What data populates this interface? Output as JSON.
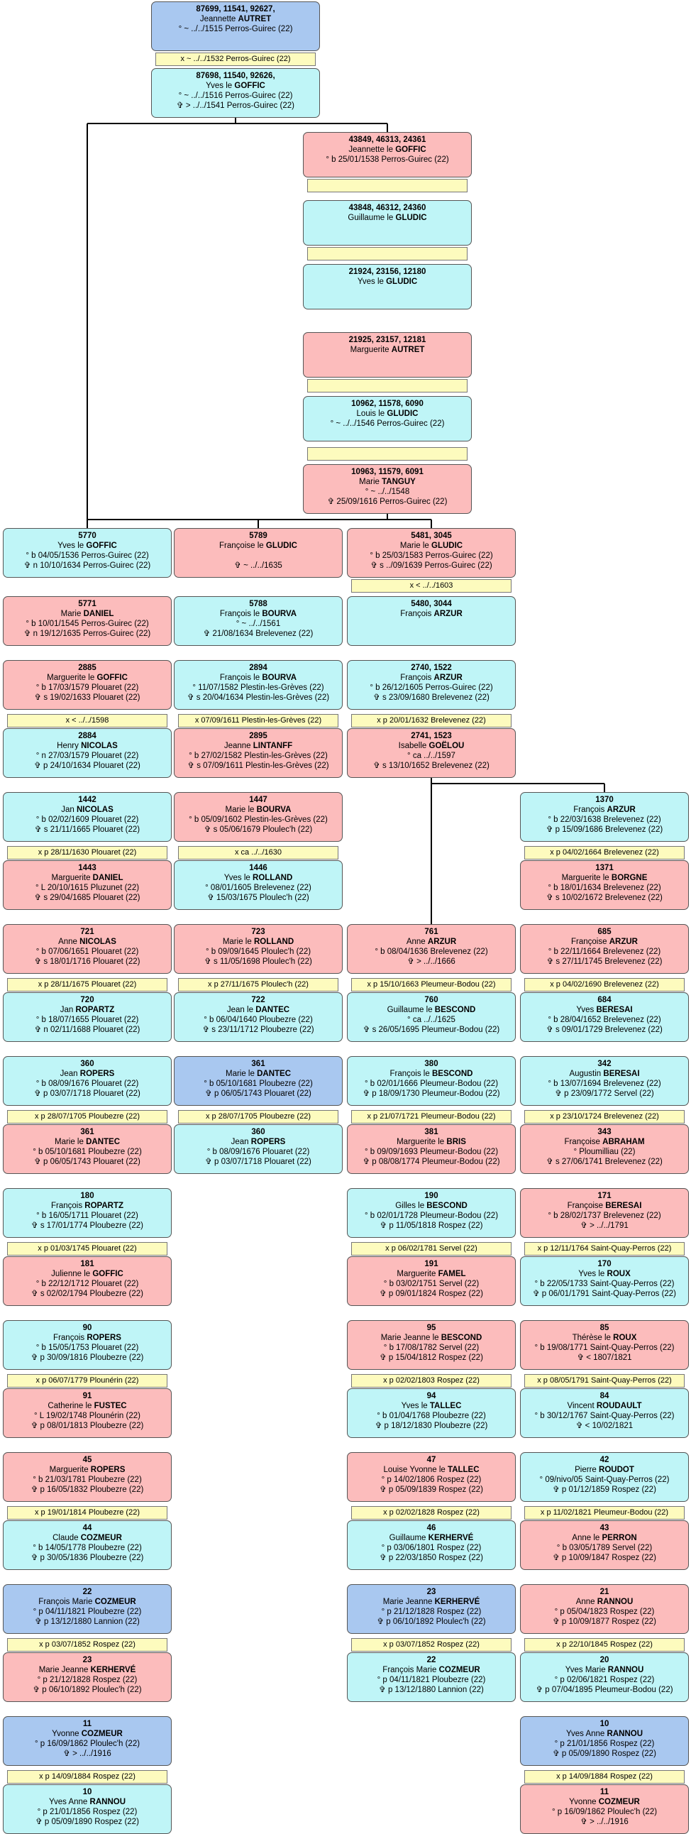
{
  "colors": {
    "male": "#bff5f7",
    "female": "#fcbcbc",
    "highlight": "#a9c8f0",
    "marriage": "#fdfbbe"
  },
  "boxes": [
    {
      "ids": "87699, 11541, 92627,",
      "given": "Jeannette",
      "surname": "AUTRET",
      "events": [
        "° ~ ../../1515 Perros-Guirec (22)"
      ],
      "sex": "h"
    },
    {
      "ids": "87698, 11540, 92626,",
      "given": "Yves le",
      "surname": "GOFFIC",
      "events": [
        "° ~ ../../1516 Perros-Guirec (22)",
        "✞ > ../../1541 Perros-Guirec (22)"
      ],
      "sex": "m"
    },
    {
      "ids": "43849, 46313, 24361",
      "given": "Jeannette le",
      "surname": "GOFFIC",
      "events": [
        "° b 25/01/1538 Perros-Guirec (22)"
      ],
      "sex": "f"
    },
    {
      "ids": "43848, 46312, 24360",
      "given": "Guillaume le",
      "surname": "GLUDIC",
      "events": [],
      "sex": "m"
    },
    {
      "ids": "21924, 23156, 12180",
      "given": "Yves le",
      "surname": "GLUDIC",
      "events": [],
      "sex": "m"
    },
    {
      "ids": "21925, 23157, 12181",
      "given": "Marguerite",
      "surname": "AUTRET",
      "events": [],
      "sex": "f"
    },
    {
      "ids": "10962, 11578, 6090",
      "given": "Louis le",
      "surname": "GLUDIC",
      "events": [
        "° ~ ../../1546 Perros-Guirec (22)"
      ],
      "sex": "m"
    },
    {
      "ids": "10963, 11579, 6091",
      "given": "Marie",
      "surname": "TANGUY",
      "events": [
        "° ~ ../../1548",
        "✞ 25/09/1616 Perros-Guirec (22)"
      ],
      "sex": "f"
    },
    {
      "ids": "5770",
      "given": "Yves le",
      "surname": "GOFFIC",
      "events": [
        "° b 04/05/1536 Perros-Guirec (22)",
        "✞ n 10/10/1634 Perros-Guirec (22)"
      ],
      "sex": "m"
    },
    {
      "ids": "5771",
      "given": "Marie",
      "surname": "DANIEL",
      "events": [
        "° b 10/01/1545 Perros-Guirec (22)",
        "✞ n 19/12/1635 Perros-Guirec (22)"
      ],
      "sex": "f"
    },
    {
      "ids": "5789",
      "given": "Françoise le",
      "surname": "GLUDIC",
      "events": [
        "",
        "✞ ~ ../../1635"
      ],
      "sex": "f"
    },
    {
      "ids": "5788",
      "given": "François le",
      "surname": "BOURVA",
      "events": [
        "° ~ ../../1561",
        "✞ 21/08/1634 Brelevenez (22)"
      ],
      "sex": "m"
    },
    {
      "ids": "5481, 3045",
      "given": "Marie le",
      "surname": "GLUDIC",
      "events": [
        "° b 25/03/1583 Perros-Guirec (22)",
        "✞ s ../09/1639 Perros-Guirec (22)"
      ],
      "sex": "f"
    },
    {
      "ids": "5480, 3044",
      "given": "François",
      "surname": "ARZUR",
      "events": [],
      "sex": "m"
    },
    {
      "ids": "2885",
      "given": "Marguerite le",
      "surname": "GOFFIC",
      "events": [
        "° b 17/03/1579 Plouaret (22)",
        "✞ s 19/02/1633 Plouaret (22)"
      ],
      "sex": "f"
    },
    {
      "ids": "2884",
      "given": "Henry",
      "surname": "NICOLAS",
      "events": [
        "° n 27/03/1579 Plouaret (22)",
        "✞ p 24/10/1634 Plouaret (22)"
      ],
      "sex": "m"
    },
    {
      "ids": "2894",
      "given": "François le",
      "surname": "BOURVA",
      "events": [
        "° 11/07/1582 Plestin-les-Grèves (22)",
        "✞ s 20/04/1634 Plestin-les-Grèves (22)"
      ],
      "sex": "m"
    },
    {
      "ids": "2895",
      "given": "Jeanne",
      "surname": "LINTANFF",
      "events": [
        "° b 27/02/1582 Plestin-les-Grèves (22)",
        "✞ s 07/09/1611 Plestin-les-Grèves (22)"
      ],
      "sex": "f"
    },
    {
      "ids": "2740, 1522",
      "given": "François",
      "surname": "ARZUR",
      "events": [
        "° b 26/12/1605 Perros-Guirec (22)",
        "✞ s 23/09/1680 Brelevenez (22)"
      ],
      "sex": "m"
    },
    {
      "ids": "2741, 1523",
      "given": "Isabelle",
      "surname": "GOËLOU",
      "events": [
        "° ca ../../1597",
        "✞ s 13/10/1652 Brelevenez (22)"
      ],
      "sex": "f"
    },
    {
      "ids": "1442",
      "given": "Jan",
      "surname": "NICOLAS",
      "events": [
        "° b 02/02/1609 Plouaret (22)",
        "✞ s 21/11/1665 Plouaret (22)"
      ],
      "sex": "m"
    },
    {
      "ids": "1443",
      "given": "Marguerite",
      "surname": "DANIEL",
      "events": [
        "° L 20/10/1615 Pluzunet (22)",
        "✞ s 29/04/1685 Plouaret (22)"
      ],
      "sex": "f"
    },
    {
      "ids": "1447",
      "given": "Marie le",
      "surname": "BOURVA",
      "events": [
        "° b 05/09/1602 Plestin-les-Grèves (22)",
        "✞ s 05/06/1679 Ploulec'h (22)"
      ],
      "sex": "f"
    },
    {
      "ids": "1446",
      "given": "Yves le",
      "surname": "ROLLAND",
      "events": [
        "° 08/01/1605 Brelevenez (22)",
        "✞ 15/03/1675 Ploulec'h (22)"
      ],
      "sex": "m"
    },
    {
      "ids": "1370",
      "given": "François",
      "surname": "ARZUR",
      "events": [
        "° b 22/03/1638 Brelevenez (22)",
        "✞ p 15/09/1686 Brelevenez (22)"
      ],
      "sex": "m"
    },
    {
      "ids": "1371",
      "given": "Marguerite le",
      "surname": "BORGNE",
      "events": [
        "° b 18/01/1634 Brelevenez (22)",
        "✞ s 10/02/1672 Brelevenez (22)"
      ],
      "sex": "f"
    },
    {
      "ids": "721",
      "given": "Anne",
      "surname": "NICOLAS",
      "events": [
        "° b 07/06/1651 Plouaret (22)",
        "✞ s 18/01/1716 Plouaret (22)"
      ],
      "sex": "f"
    },
    {
      "ids": "720",
      "given": "Jan",
      "surname": "ROPARTZ",
      "events": [
        "° b 18/07/1655 Plouaret (22)",
        "✞ n 02/11/1688 Plouaret (22)"
      ],
      "sex": "m"
    },
    {
      "ids": "723",
      "given": "Marie le",
      "surname": "ROLLAND",
      "events": [
        "° b 09/09/1645 Ploulec'h (22)",
        "✞ s 11/05/1698 Ploulec'h (22)"
      ],
      "sex": "f"
    },
    {
      "ids": "722",
      "given": "Jean le",
      "surname": "DANTEC",
      "events": [
        "° b 06/04/1640 Ploubezre (22)",
        "✞ s 23/11/1712 Ploubezre (22)"
      ],
      "sex": "m"
    },
    {
      "ids": "761",
      "given": "Anne",
      "surname": "ARZUR",
      "events": [
        "° b 08/04/1636 Brelevenez (22)",
        "✞ > ../../1666"
      ],
      "sex": "f"
    },
    {
      "ids": "760",
      "given": "Guillaume le",
      "surname": "BESCOND",
      "events": [
        "° ca ../../1625",
        "✞ s 26/05/1695 Pleumeur-Bodou (22)"
      ],
      "sex": "m"
    },
    {
      "ids": "685",
      "given": "Françoise",
      "surname": "ARZUR",
      "events": [
        "° b 22/11/1664 Brelevenez (22)",
        "✞ s 27/11/1745 Brelevenez (22)"
      ],
      "sex": "f"
    },
    {
      "ids": "684",
      "given": "Yves",
      "surname": "BERESAI",
      "events": [
        "° b 28/04/1652 Brelevenez (22)",
        "✞ s 09/01/1729 Brelevenez (22)"
      ],
      "sex": "m"
    },
    {
      "ids": "360",
      "given": "Jean",
      "surname": "ROPERS",
      "events": [
        "° b 08/09/1676 Plouaret (22)",
        "✞ p 03/07/1718 Plouaret (22)"
      ],
      "sex": "m"
    },
    {
      "ids": "361",
      "given": "Marie le",
      "surname": "DANTEC",
      "events": [
        "° b 05/10/1681 Ploubezre (22)",
        "✞ p 06/05/1743 Plouaret (22)"
      ],
      "sex": "f"
    },
    {
      "ids": "361",
      "given": "Marie le",
      "surname": "DANTEC",
      "events": [
        "° b 05/10/1681 Ploubezre (22)",
        "✞ p 06/05/1743 Plouaret (22)"
      ],
      "sex": "h"
    },
    {
      "ids": "360",
      "given": "Jean",
      "surname": "ROPERS",
      "events": [
        "° b 08/09/1676 Plouaret (22)",
        "✞ p 03/07/1718 Plouaret (22)"
      ],
      "sex": "m"
    },
    {
      "ids": "380",
      "given": "François le",
      "surname": "BESCOND",
      "events": [
        "° b 02/01/1666 Pleumeur-Bodou (22)",
        "✞ p 18/09/1730 Pleumeur-Bodou (22)"
      ],
      "sex": "m"
    },
    {
      "ids": "381",
      "given": "Marguerite le",
      "surname": "BRIS",
      "events": [
        "° b 09/09/1693 Pleumeur-Bodou (22)",
        "✞ p 08/08/1774 Pleumeur-Bodou (22)"
      ],
      "sex": "f"
    },
    {
      "ids": "342",
      "given": "Augustin",
      "surname": "BERESAI",
      "events": [
        "° b 13/07/1694 Brelevenez (22)",
        "✞ p 23/09/1772 Servel (22)"
      ],
      "sex": "m"
    },
    {
      "ids": "343",
      "given": "Françoise",
      "surname": "ABRAHAM",
      "events": [
        "° Ploumilliau (22)",
        "✞ s 27/06/1741 Brelevenez (22)"
      ],
      "sex": "f"
    },
    {
      "ids": "180",
      "given": "François",
      "surname": "ROPARTZ",
      "events": [
        "° b 16/05/1711 Plouaret (22)",
        "✞ s 17/01/1774 Ploubezre (22)"
      ],
      "sex": "m"
    },
    {
      "ids": "181",
      "given": "Julienne le",
      "surname": "GOFFIC",
      "events": [
        "° b 22/12/1712 Plouaret (22)",
        "✞ s 02/02/1794 Ploubezre (22)"
      ],
      "sex": "f"
    },
    {
      "ids": "190",
      "given": "Gilles le",
      "surname": "BESCOND",
      "events": [
        "° b 02/01/1728 Pleumeur-Bodou (22)",
        "✞ p 11/05/1818 Rospez (22)"
      ],
      "sex": "m"
    },
    {
      "ids": "191",
      "given": "Marguerite",
      "surname": "FAMEL",
      "events": [
        "° b 03/02/1751 Servel (22)",
        "✞ p 09/01/1824 Rospez (22)"
      ],
      "sex": "f"
    },
    {
      "ids": "171",
      "given": "Françoise",
      "surname": "BERESAI",
      "events": [
        "° b 28/02/1737 Brelevenez (22)",
        "✞ > ../../1791"
      ],
      "sex": "f"
    },
    {
      "ids": "170",
      "given": "Yves le",
      "surname": "ROUX",
      "events": [
        "° b 22/05/1733 Saint-Quay-Perros (22)",
        "✞ p 06/01/1791 Saint-Quay-Perros (22)"
      ],
      "sex": "m"
    },
    {
      "ids": "90",
      "given": "François",
      "surname": "ROPERS",
      "events": [
        "° b 15/05/1753 Plouaret (22)",
        "✞ p 30/09/1816 Ploubezre (22)"
      ],
      "sex": "m"
    },
    {
      "ids": "91",
      "given": "Catherine le",
      "surname": "FUSTEC",
      "events": [
        "° L 19/02/1748 Plounérin (22)",
        "✞ p 08/01/1813 Ploubezre (22)"
      ],
      "sex": "f"
    },
    {
      "ids": "95",
      "given": "Marie Jeanne le",
      "surname": "BESCOND",
      "events": [
        "° b 17/08/1782 Servel (22)",
        "✞ p 15/04/1812 Rospez (22)"
      ],
      "sex": "f"
    },
    {
      "ids": "94",
      "given": "Yves le",
      "surname": "TALLEC",
      "events": [
        "° b 01/04/1768 Ploubezre (22)",
        "✞ p 18/12/1830 Ploubezre (22)"
      ],
      "sex": "m"
    },
    {
      "ids": "85",
      "given": "Thérèse le",
      "surname": "ROUX",
      "events": [
        "° b 19/08/1771 Saint-Quay-Perros (22)",
        "✞ < 1807/1821"
      ],
      "sex": "f"
    },
    {
      "ids": "84",
      "given": "Vincent",
      "surname": "ROUDAULT",
      "events": [
        "° b 30/12/1767 Saint-Quay-Perros (22)",
        "✞ < 10/02/1821"
      ],
      "sex": "m"
    },
    {
      "ids": "45",
      "given": "Marguerite",
      "surname": "ROPERS",
      "events": [
        "° b 21/03/1781 Ploubezre (22)",
        "✞ p 16/05/1832 Ploubezre (22)"
      ],
      "sex": "f"
    },
    {
      "ids": "44",
      "given": "Claude",
      "surname": "COZMEUR",
      "events": [
        "° b 14/05/1778 Ploubezre (22)",
        "✞ p 30/05/1836 Ploubezre (22)"
      ],
      "sex": "m"
    },
    {
      "ids": "47",
      "given": "Louise Yvonne le",
      "surname": "TALLEC",
      "events": [
        "° p 14/02/1806 Rospez (22)",
        "✞ p 05/09/1839 Rospez (22)"
      ],
      "sex": "f"
    },
    {
      "ids": "46",
      "given": "Guillaume",
      "surname": "KERHERVÉ",
      "events": [
        "° p 03/06/1801 Rospez (22)",
        "✞ p 22/03/1850 Rospez (22)"
      ],
      "sex": "m"
    },
    {
      "ids": "42",
      "given": "Pierre",
      "surname": "ROUDOT",
      "events": [
        "° 09/nivo/05 Saint-Quay-Perros (22)",
        "✞ p 01/12/1859 Rospez (22)"
      ],
      "sex": "m"
    },
    {
      "ids": "43",
      "given": "Anne le",
      "surname": "PERRON",
      "events": [
        "° b 03/05/1789 Servel (22)",
        "✞ p 10/09/1847 Rospez (22)"
      ],
      "sex": "f"
    },
    {
      "ids": "22",
      "given": "François Marie",
      "surname": "COZMEUR",
      "events": [
        "° p 04/11/1821 Ploubezre (22)",
        "✞ p 13/12/1880 Lannion (22)"
      ],
      "sex": "h"
    },
    {
      "ids": "23",
      "given": "Marie Jeanne",
      "surname": "KERHERVÉ",
      "events": [
        "° p 21/12/1828 Rospez (22)",
        "✞ p 06/10/1892 Ploulec'h (22)"
      ],
      "sex": "f"
    },
    {
      "ids": "23",
      "given": "Marie Jeanne",
      "surname": "KERHERVÉ",
      "events": [
        "° p 21/12/1828 Rospez (22)",
        "✞ p 06/10/1892 Ploulec'h (22)"
      ],
      "sex": "h"
    },
    {
      "ids": "22",
      "given": "François Marie",
      "surname": "COZMEUR",
      "events": [
        "° p 04/11/1821 Ploubezre (22)",
        "✞ p 13/12/1880 Lannion (22)"
      ],
      "sex": "m"
    },
    {
      "ids": "21",
      "given": "Anne",
      "surname": "RANNOU",
      "events": [
        "° p 05/04/1823 Rospez (22)",
        "✞ p 10/09/1877 Rospez (22)"
      ],
      "sex": "f"
    },
    {
      "ids": "20",
      "given": "Yves Marie",
      "surname": "RANNOU",
      "events": [
        "° p 02/06/1821 Rospez (22)",
        "✞ p 07/04/1895 Pleumeur-Bodou (22)"
      ],
      "sex": "m"
    },
    {
      "ids": "11",
      "given": "Yvonne",
      "surname": "COZMEUR",
      "events": [
        "° p 16/09/1862 Ploulec'h (22)",
        "✞ > ../../1916"
      ],
      "sex": "h"
    },
    {
      "ids": "10",
      "given": "Yves Anne",
      "surname": "RANNOU",
      "events": [
        "° p 21/01/1856 Rospez (22)",
        "✞ p 05/09/1890 Rospez (22)"
      ],
      "sex": "m"
    },
    {
      "ids": "10",
      "given": "Yves Anne",
      "surname": "RANNOU",
      "events": [
        "° p 21/01/1856 Rospez (22)",
        "✞ p 05/09/1890 Rospez (22)"
      ],
      "sex": "h"
    },
    {
      "ids": "11",
      "given": "Yvonne",
      "surname": "COZMEUR",
      "events": [
        "° p 16/09/1862 Ploulec'h (22)",
        "✞ > ../../1916"
      ],
      "sex": "f"
    }
  ],
  "marriages": [
    "x ~ ../../1532 Perros-Guirec (22)",
    "",
    "",
    "",
    "",
    "x < ../../1598",
    "x 07/09/1611 Plestin-les-Grèves (22)",
    "x < ../../1603",
    "x p 20/01/1632 Brelevenez (22)",
    "x p 28/11/1630 Plouaret (22)",
    "x ca ../../1630",
    "x p 04/02/1664 Brelevenez (22)",
    "x p 28/11/1675 Plouaret (22)",
    "x p 27/11/1675 Ploulec'h (22)",
    "x p 15/10/1663 Pleumeur-Bodou (22)",
    "x p 04/02/1690 Brelevenez (22)",
    "x p 28/07/1705 Ploubezre (22)",
    "x p 28/07/1705 Ploubezre (22)",
    "x p 21/07/1721 Pleumeur-Bodou (22)",
    "x p 23/10/1724 Brelevenez (22)",
    "x p 01/03/1745 Plouaret (22)",
    "x p 06/02/1781 Servel (22)",
    "x p 12/11/1764 Saint-Quay-Perros (22)",
    "x p 06/07/1779 Plounérin (22)",
    "x p 02/02/1803 Rospez (22)",
    "x p 08/05/1791 Saint-Quay-Perros (22)",
    "x p 19/01/1814 Ploubezre (22)",
    "x p 02/02/1828 Rospez (22)",
    "x p 11/02/1821 Pleumeur-Bodou (22)",
    "x p 03/07/1852 Rospez (22)",
    "x p 03/07/1852 Rospez (22)",
    "x p 22/10/1845 Rospez (22)",
    "x p 14/09/1884 Rospez (22)",
    "x p 14/09/1884 Rospez (22)"
  ]
}
